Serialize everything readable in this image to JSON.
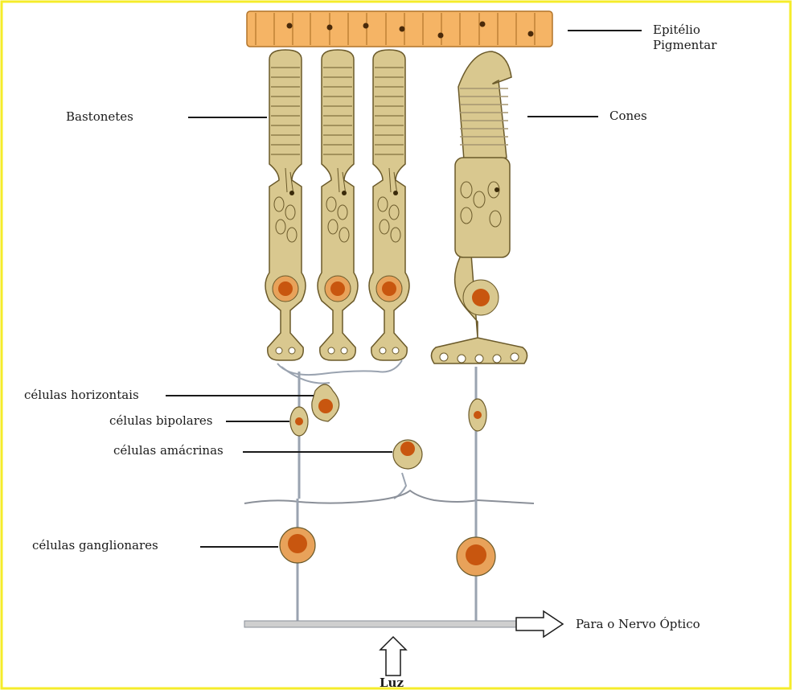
{
  "labels": {
    "epitelio_line1": "Epitélio",
    "epitelio_line2": "Pigmentar",
    "bastonetes": "Bastonetes",
    "cones": "Cones",
    "horizontais": "células horizontais",
    "bipolares": "células bipolares",
    "amacrinas": "células amácrinas",
    "ganglionares": "células ganglionares",
    "nervo": "Para o Nervo Óptico",
    "luz": "Luz"
  },
  "colors": {
    "border": "#f5ec2a",
    "epithelium": "#f5b465",
    "cell_fill": "#d9c88f",
    "cell_stroke": "#6b5a2a",
    "nucleus": "#c8560f",
    "fiber": "#9aa3b0",
    "ink": "#1a1a1a"
  }
}
